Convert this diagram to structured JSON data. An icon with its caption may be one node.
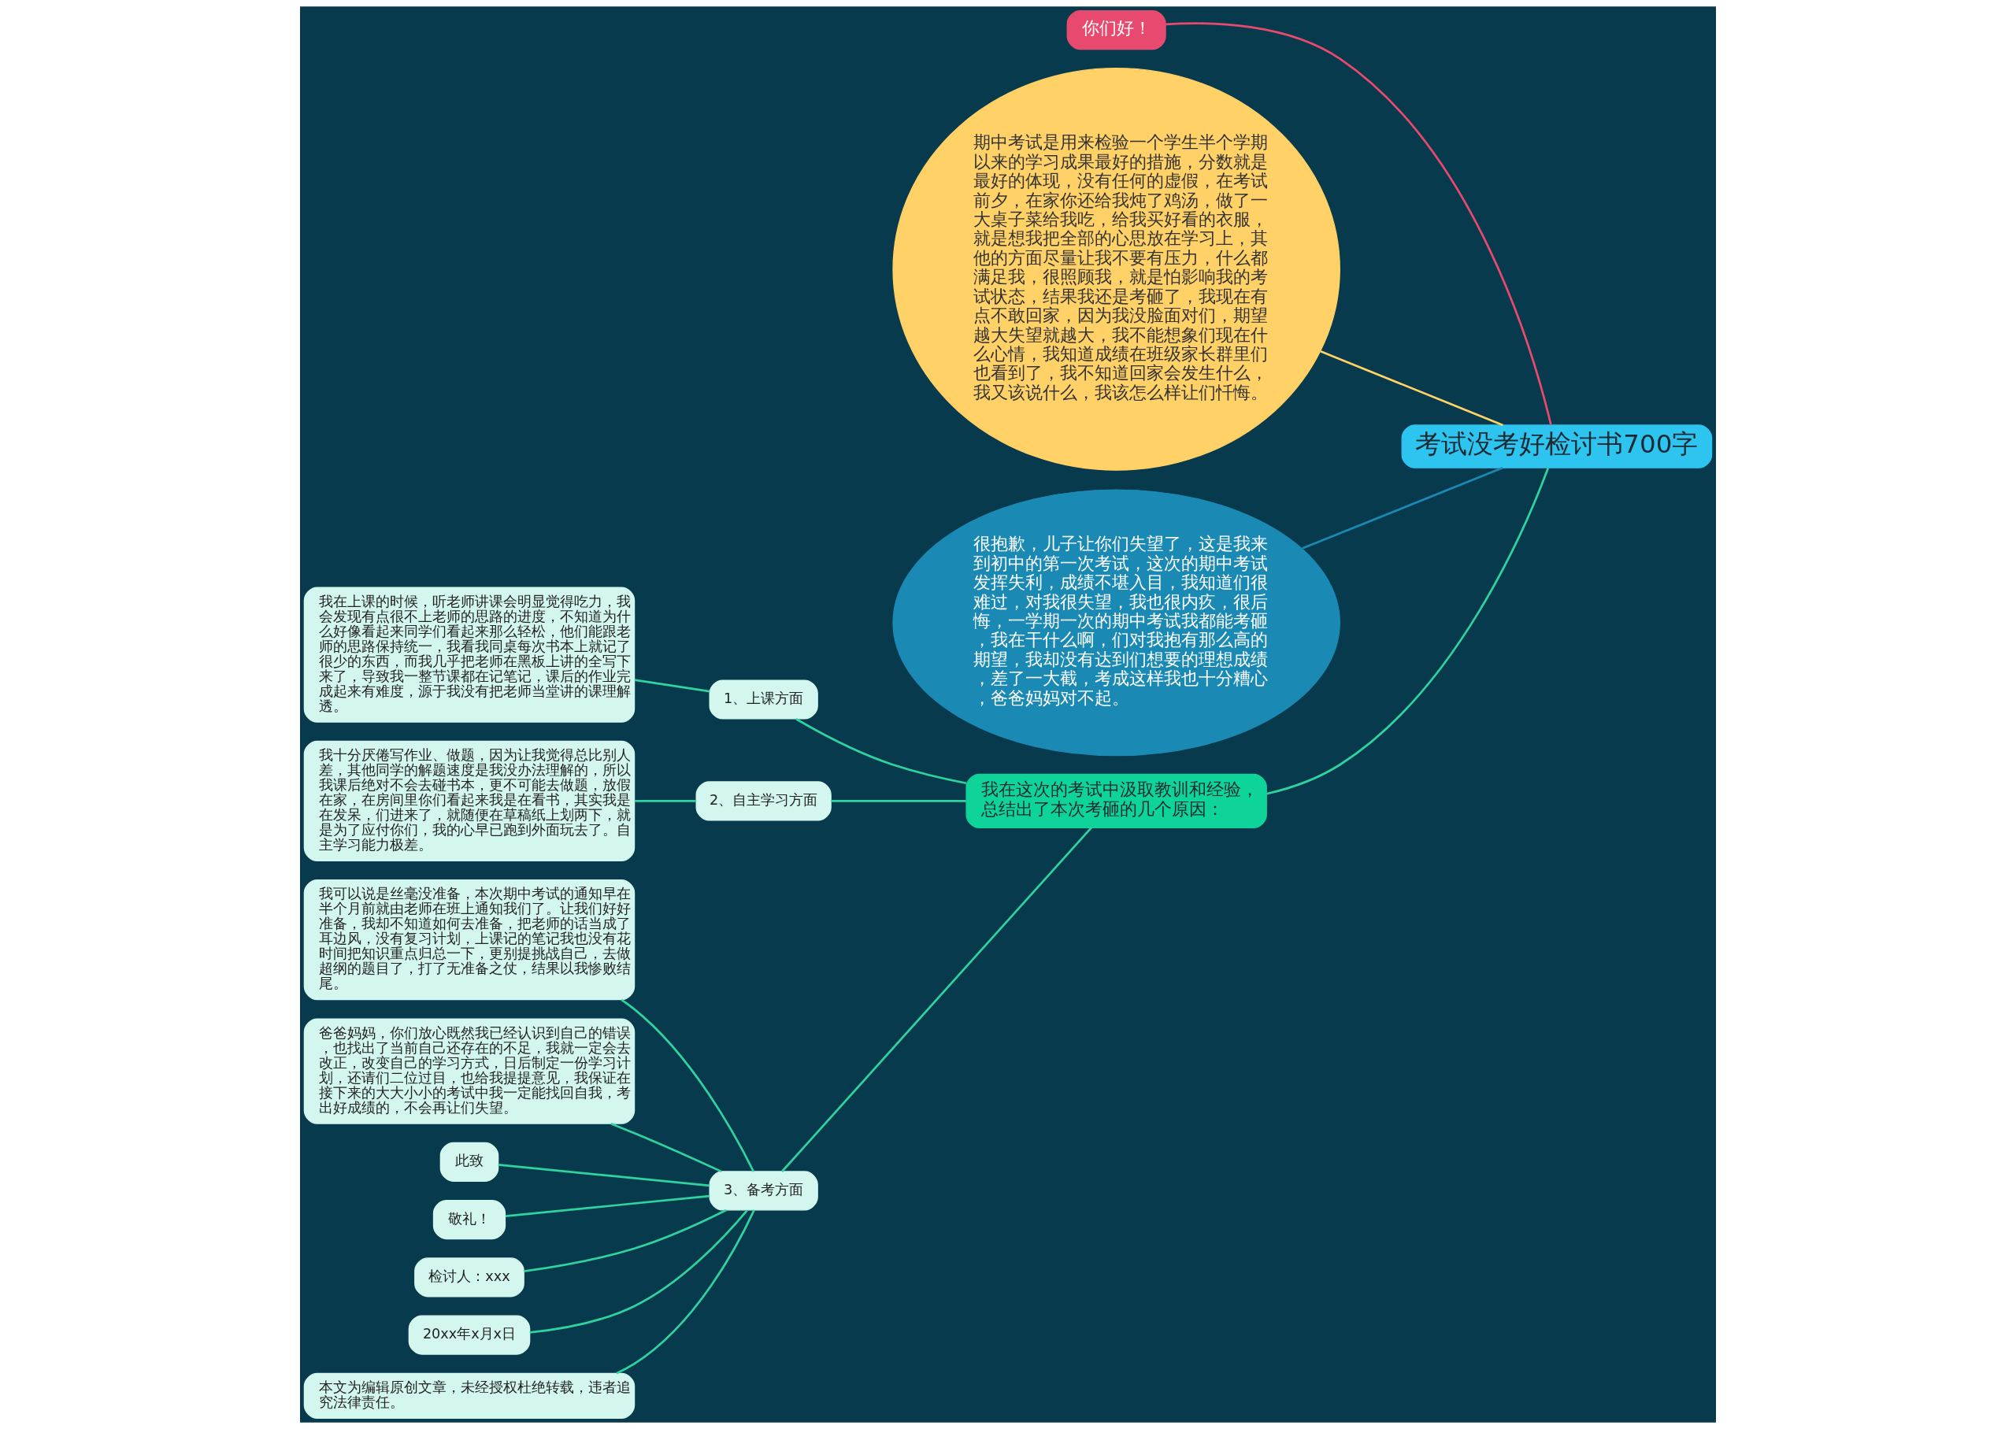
{
  "diagram": {
    "nodes": [
      {
        "text": [
          "考试没考好检讨书700字"
        ]
      },
      {
        "text": [
          "你们好！"
        ]
      },
      {
        "text": [
          "期中考试是用来检验一个学生半个学期以来的学习成果最好的措施，分数就是最好的体现，没有任何的虚假，在考试前夕，在家你还给我炖了鸡汤，做了一大桌子菜给我吃，给我买好看的衣服，就是想我把全部的心思放在学习上，其他的方面尽量让我不要有压力，什么都满足我，很照顾我，就是怕影响我的考试状态，结果我还是考砸了，我现在有点不敢回家，因为我没脸面对们，期望越大失望就越大，我不能想象们现在什么心情，我知道成绩在班级家长群里们也看到了，我不知道回家会发生什么，我又该说什么，我该怎么样让们忏悔。"
        ]
      },
      {
        "text": [
          "很抱歉，儿子让你们失望了，这是我来到初中的第一次考试，这次的期中考试发挥失利，成绩不堪入目，我知道们很难过，对我很失望，我也很内疚，很后悔，一学期一次的期中考试我都能考砸，我在干什么啊，们对我抱有那么高的期望，我却没有达到们想要的理想成绩，差了一大截，考成这样我也十分糟心，爸爸妈妈对不起。"
        ]
      },
      {
        "text": [
          "我在这次的考试中汲取教训和经验，总结出了本次考砸的几个原因："
        ]
      },
      {
        "text": [
          "1、上课方面"
        ]
      },
      {
        "text": [
          "我在上课的时候，听老师讲课会明显觉得吃力，我会发现有点很不上老师的思路的进度，不知道为什么好像看起来同学们看起来那么轻松，他们能跟老师的思路保持统一，我看我同桌每次书本上就记了很少的东西，而我几乎把老师在黑板上讲的全写下来了，导致我一整节课都在记笔记，课后的作业完成起来有难度，源于我没有把老师当堂讲的课理解透。"
        ]
      },
      {
        "text": [
          "2、自主学习方面"
        ]
      },
      {
        "text": [
          "我十分厌倦写作业、做题，因为让我觉得总比别人差，其他同学的解题速度是我没办法理解的，所以我课后绝对不会去碰书本，更不可能去做题，放假在家，在房间里你们看起来我是在看书，其实我是在发呆，们进来了，就随便在草稿纸上划两下，就是为了应付你们，我的心早已跑到外面玩去了。自主学习能力极差。"
        ]
      },
      {
        "text": [
          "3、备考方面"
        ]
      },
      {
        "text": [
          "我可以说是丝毫没准备，本次期中考试的通知早在半个月前就由老师在班上通知我们了。让我们好好准备，我却不知道如何去准备，把老师的话当成了耳边风，没有复习计划，上课记的笔记我也没有花时间把知识重点归总一下，更别提挑战自己，去做超纲的题目了，打了无准备之仗，结果以我惨败结尾。"
        ]
      },
      {
        "text": [
          "爸爸妈妈，你们放心既然我已经认识到自己的错误，也找出了当前自己还存在的不足，我就一定会去改正，改变自己的学习方式，日后制定一份学习计划，还请们二位过目，也给我提提意见，我保证在接下来的大大小小的考试中我一定能找回自我，考出好成绩的，不会再让们失望。"
        ]
      },
      {
        "text": [
          "此致"
        ]
      },
      {
        "text": [
          "敬礼！"
        ]
      },
      {
        "text": [
          "检讨人：xxx"
        ]
      },
      {
        "text": [
          "20xx年x月x日"
        ]
      },
      {
        "text": [
          "本文为编辑原创文章，未经授权杜绝转载，违者追究法律责任。"
        ]
      }
    ],
    "edges": [
      {
        "from": 0,
        "to": 1,
        "arrow": "none",
        "color": "#e84a6f"
      },
      {
        "from": 0,
        "to": 2,
        "arrow": "none",
        "color": "#ffd166"
      },
      {
        "from": 0,
        "to": 3,
        "arrow": "none",
        "color": "#1a8ab5"
      },
      {
        "from": 0,
        "to": 4,
        "arrow": "none"
      },
      {
        "from": 4,
        "to": 5,
        "arrow": "none"
      },
      {
        "from": 4,
        "to": 7,
        "arrow": "none"
      },
      {
        "from": 4,
        "to": 9,
        "arrow": "none"
      },
      {
        "from": 5,
        "to": 6,
        "arrow": "none"
      },
      {
        "from": 7,
        "to": 8,
        "arrow": "none"
      },
      {
        "from": 9,
        "to": 10,
        "arrow": "none"
      },
      {
        "from": 9,
        "to": 11,
        "arrow": "none"
      },
      {
        "from": 9,
        "to": 12,
        "arrow": "none"
      },
      {
        "from": 9,
        "to": 13,
        "arrow": "none"
      },
      {
        "from": 9,
        "to": 14,
        "arrow": "none"
      },
      {
        "from": 9,
        "to": 15,
        "arrow": "none"
      },
      {
        "from": 9,
        "to": 16,
        "arrow": "none"
      }
    ]
  }
}
